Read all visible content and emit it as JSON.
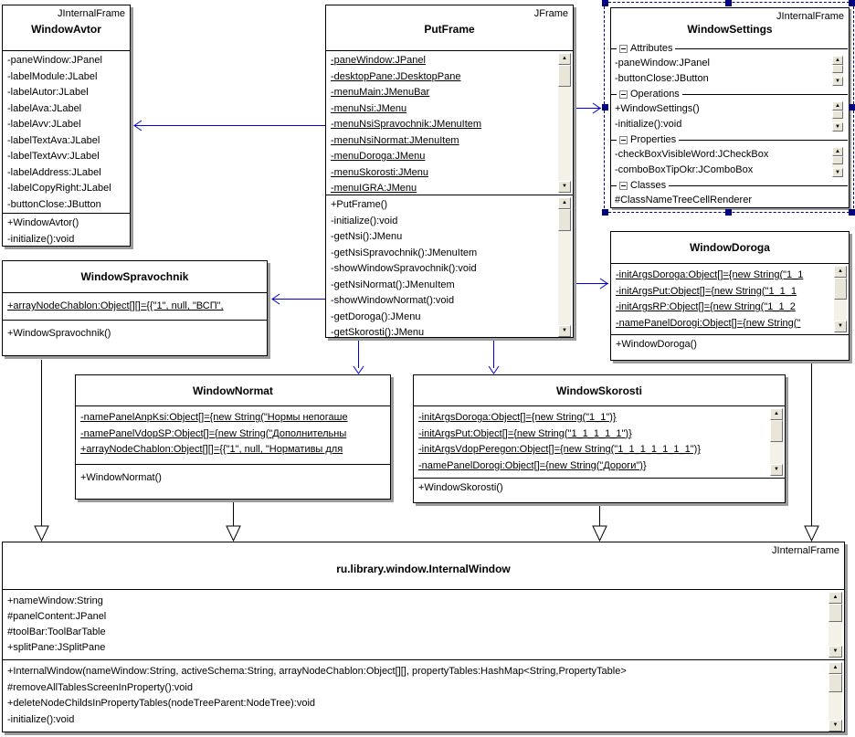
{
  "colors": {
    "connector_blue": "#0000d4",
    "selection_navy": "#000080",
    "box_shadow": "#9c9c9c",
    "box_fill": "#ffffff"
  },
  "boxes": {
    "windowAvtor": {
      "stereotype": "JInternalFrame",
      "title": "WindowAvtor",
      "attributes": [
        "-paneWindow:JPanel",
        "-labelModule:JLabel",
        "-labelAutor:JLabel",
        "-labelAva:JLabel",
        "-labelAvv:JLabel",
        "-labelTextAva:JLabel",
        "-labelTextAvv:JLabel",
        "-labelAddress:JLabel",
        "-labelCopyRight:JLabel",
        "-buttonClose:JButton"
      ],
      "methods": [
        "+WindowAvtor()",
        "-initialize():void"
      ]
    },
    "putFrame": {
      "stereotype": "JFrame",
      "title": "PutFrame",
      "attributes": [
        "-paneWindow:JPanel",
        "-desktopPane:JDesktopPane",
        "-menuMain:JMenuBar",
        "-menuNsi:JMenu",
        "-menuNsiSpravochnik:JMenuItem",
        "-menuNsiNormat:JMenuItem",
        "-menuDoroga:JMenu",
        "-menuSkorosti:JMenu",
        "-menuIGRA:JMenu"
      ],
      "methods": [
        "+PutFrame()",
        "-initialize():void",
        "-getNsi():JMenu",
        "-getNsiSpravochnik():JMenuItem",
        "-showWindowSpravochnik():void",
        "-getNsiNormat():JMenuItem",
        "-showWindowNormat():void",
        "-getDoroga():JMenu",
        "-getSkorosti():JMenu"
      ]
    },
    "windowSettings": {
      "stereotype": "JInternalFrame",
      "title": "WindowSettings",
      "sections": [
        {
          "label": "Attributes",
          "items": [
            "-paneWindow:JPanel",
            "-buttonClose:JButton"
          ]
        },
        {
          "label": "Operations",
          "items": [
            "+WindowSettings()",
            "-initialize():void"
          ]
        },
        {
          "label": "Properties",
          "items": [
            "-checkBoxVisibleWord:JCheckBox",
            "-comboBoxTipOkr:JComboBox"
          ]
        },
        {
          "label": "Classes",
          "items": [
            "#ClassNameTreeCellRenderer"
          ]
        }
      ]
    },
    "windowSpravochnik": {
      "title": "WindowSpravochnik",
      "attributes": [
        "+arrayNodeChablon:Object[][]={{\"1\", null, \"ВСП\","
      ],
      "methods": [
        "+WindowSpravochnik()"
      ]
    },
    "windowDoroga": {
      "title": "WindowDoroga",
      "attributes": [
        "-initArgsDoroga:Object[]={new String(\"1_1",
        "-initArgsPut:Object[]={new String(\"1_1_1",
        "-initArgsRP:Object[]={new String(\"1_1_2",
        "-namePanelDorogi:Object[]={new String(\""
      ],
      "methods": [
        "+WindowDoroga()"
      ]
    },
    "windowNormat": {
      "title": "WindowNormat",
      "attributes": [
        "-namePanelAnpKsi:Object[]={new String(\"Нормы непогаше",
        "-namePanelVdopSP:Object[]={new String(\"Дополнительны",
        "+arrayNodeChablon:Object[][]={{\"1\", null, \"Нормативы для"
      ],
      "methods": [
        "+WindowNormat()"
      ]
    },
    "windowSkorosti": {
      "title": "WindowSkorosti",
      "attributes": [
        "-initArgsDoroga:Object[]={new String(\"1_1\")}",
        "-initArgsPut:Object[]={new String(\"1_1_1_1_1\")}",
        "-initArgsVdopPeregon:Object[]={new String(\"1_1_1_1_1_1_1\")}",
        "-namePanelDorogi:Object[]={new String(\"Дороги\")}"
      ],
      "methods": [
        "+WindowSkorosti()"
      ]
    },
    "internalWindow": {
      "stereotype": "JInternalFrame",
      "title": "ru.library.window.InternalWindow",
      "attributes": [
        "+nameWindow:String",
        "#panelContent:JPanel",
        "#toolBar:ToolBarTable",
        "+splitPane:JSplitPane"
      ],
      "methods": [
        "+InternalWindow(nameWindow:String, activeSchema:String, arrayNodeChablon:Object[][], propertyTables:HashMap&lt;String,PropertyTable&gt;",
        "#removeAllTablesScreenInProperty():void",
        "+deleteNodeChildsInPropertyTables(nodeTreeParent:NodeTree):void",
        "-initialize():void"
      ]
    }
  },
  "scrollbar": {
    "up_glyph": "▲",
    "down_glyph": "▼"
  }
}
